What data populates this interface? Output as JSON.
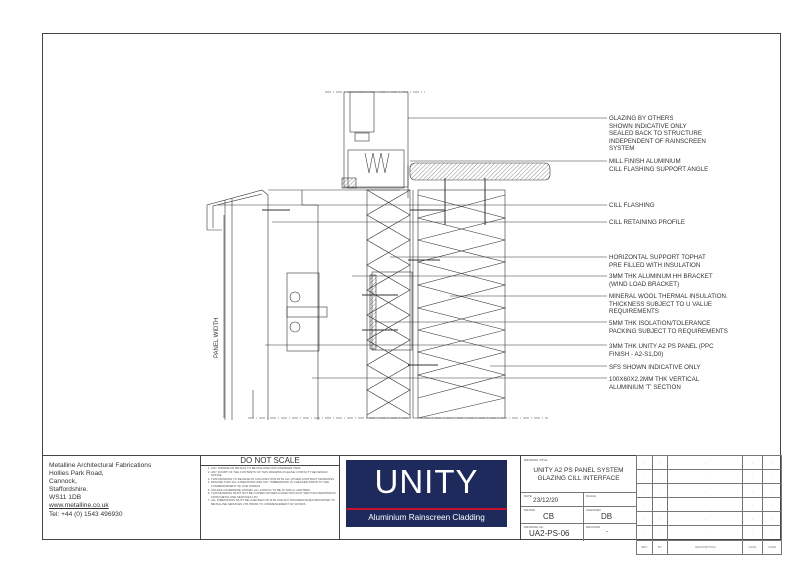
{
  "drawing": {
    "dimension_label": "PANEL WIDTH",
    "annotations": [
      "GLAZING BY OTHERS\nSHOWN INDICATIVE ONLY\nSEALED BACK TO STRUCTURE\nINDEPENDENT OF RAINSCREEN\nSYSTEM",
      "MILL FINISH ALUMINIUM\nCILL FLASHING SUPPORT ANGLE",
      "CILL FLASHING",
      "CILL RETAINING PROFILE",
      "HORIZONTAL SUPPORT TOPHAT\nPRE FILLED WITH INSULATION",
      "3MM THK ALUMINUM HH BRACKET\n(WIND LOAD BRACKET)",
      "MINERAL WOOL THERMAL INSULATION.\nTHICKNESS SUBJECT TO U VALUE\nREQUIREMENTS",
      "5MM THK ISOLATION/TOLERANCE\nPACKING SUBJECT TO REQUIREMENTS",
      "3MM THK UNITY A2 PS PANEL (PPC\nFINISH - A2-S1,D0)",
      "SFS SHOWN INDICATIVE ONLY",
      "100X60X2.2MM THK VERTICAL\nALUMINIUM 'T' SECTION"
    ]
  },
  "address": {
    "company": "Metalline Architectural Fabrications",
    "line1": "Hollies Park Road,",
    "line2": "Cannock,",
    "line3": "Staffordshire.",
    "postcode": "WS11 1DB",
    "website": "www.metalline.co.uk",
    "phone": "Tel: +44 (0) 1543 496930"
  },
  "notes": {
    "heading": "DO NOT SCALE",
    "items": [
      "ANY DISSIMILAR METALS TO BE ISOLATED WITH BARRIER TAPE",
      "ANY DOUBT OF THE CONTENTS OF THIS DRAWING PLEASE CONTACT THE DESIGN OFFICE",
      "THIS DRAWING TO BE READ IN CONJUNCTION WITH ALL OTHER CONTRACT DRAWINGS",
      "ENSURE THAT ALL STEELWORK AND ANY TIMBERWORK IS CHECKED PRIOR TO THE COMMENCEMENT OF OUR WORKS",
      "UNLESS OTHERWISE STATED, ALL FIXINGS TO BE AT 400mm CENTRES",
      "THIS DRAWING MUST NOT BE COPIED OR REPLICATED WITHOUT WRITTEN PERMISSION FROM METALLINE SERVICES LTD",
      "ALL DIMENSIONS MUST BE CHECKED ON SITE AND ANY DISCREPANCIES REPORTED TO METALLINE SERVICES LTD PRIOR TO COMMENCEMENT OF WORKS"
    ]
  },
  "logo": {
    "wordmark": "UNITY",
    "tagline": "Aluminium Rainscreen Cladding",
    "bg_color": "#1d2a5b",
    "accent_color": "#c8102e"
  },
  "title_block": {
    "title_label": "DRAWING TITLE",
    "title_line1": "UNITY A2 PS PANEL SYSTEM",
    "title_line2": "GLAZING CILL INTERFACE",
    "date_label": "DATE",
    "date": "23/12/20",
    "scale_label": "SCALE",
    "scale": "",
    "drawn_label": "DRAWN",
    "drawn": "CB",
    "checked_label": "CHECKED",
    "checked": "DB",
    "drawing_no_label": "DRAWING No.",
    "drawing_no": "UA2-PS-06",
    "revision_label": "REVISION",
    "revision": "-"
  },
  "revisions": {
    "headers": [
      "REV",
      "BY",
      "DESCRIPTION",
      "DATE",
      "CHKD"
    ],
    "rows": [
      [
        "-",
        "-",
        "-",
        "-",
        "-"
      ],
      [
        "-",
        "-",
        "-",
        "-",
        "-"
      ],
      [
        "-",
        "-",
        "-",
        "-",
        "-"
      ],
      [
        "-",
        "-",
        "-",
        "-",
        "-"
      ],
      [
        "-",
        "-",
        "-",
        "-",
        "-"
      ],
      [
        "-",
        "-",
        "-",
        "-",
        "-"
      ]
    ]
  }
}
